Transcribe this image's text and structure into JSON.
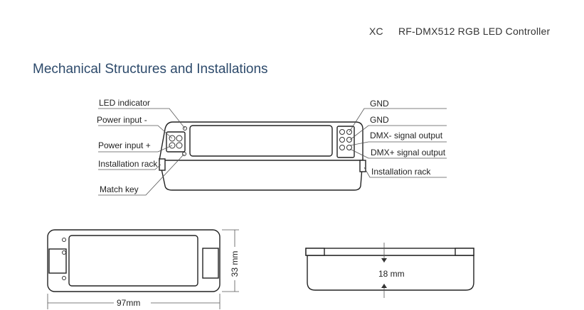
{
  "header": {
    "brand": "XC",
    "product": "RF-DMX512 RGB LED Controller"
  },
  "section_title": "Mechanical Structures and Installations",
  "callouts_left": {
    "led_indicator": "LED indicator",
    "power_input_minus": "Power input -",
    "power_input_plus": "Power input +",
    "installation_rack": "Installation rack",
    "match_key": "Match key"
  },
  "callouts_right": {
    "gnd_1": "GND",
    "gnd_2": "GND",
    "dmx_minus": "DMX- signal output",
    "dmx_plus": "DMX+ signal output",
    "installation_rack": "Installation rack"
  },
  "dimensions": {
    "width": "97mm",
    "height": "33 mm",
    "depth": "18 mm"
  }
}
